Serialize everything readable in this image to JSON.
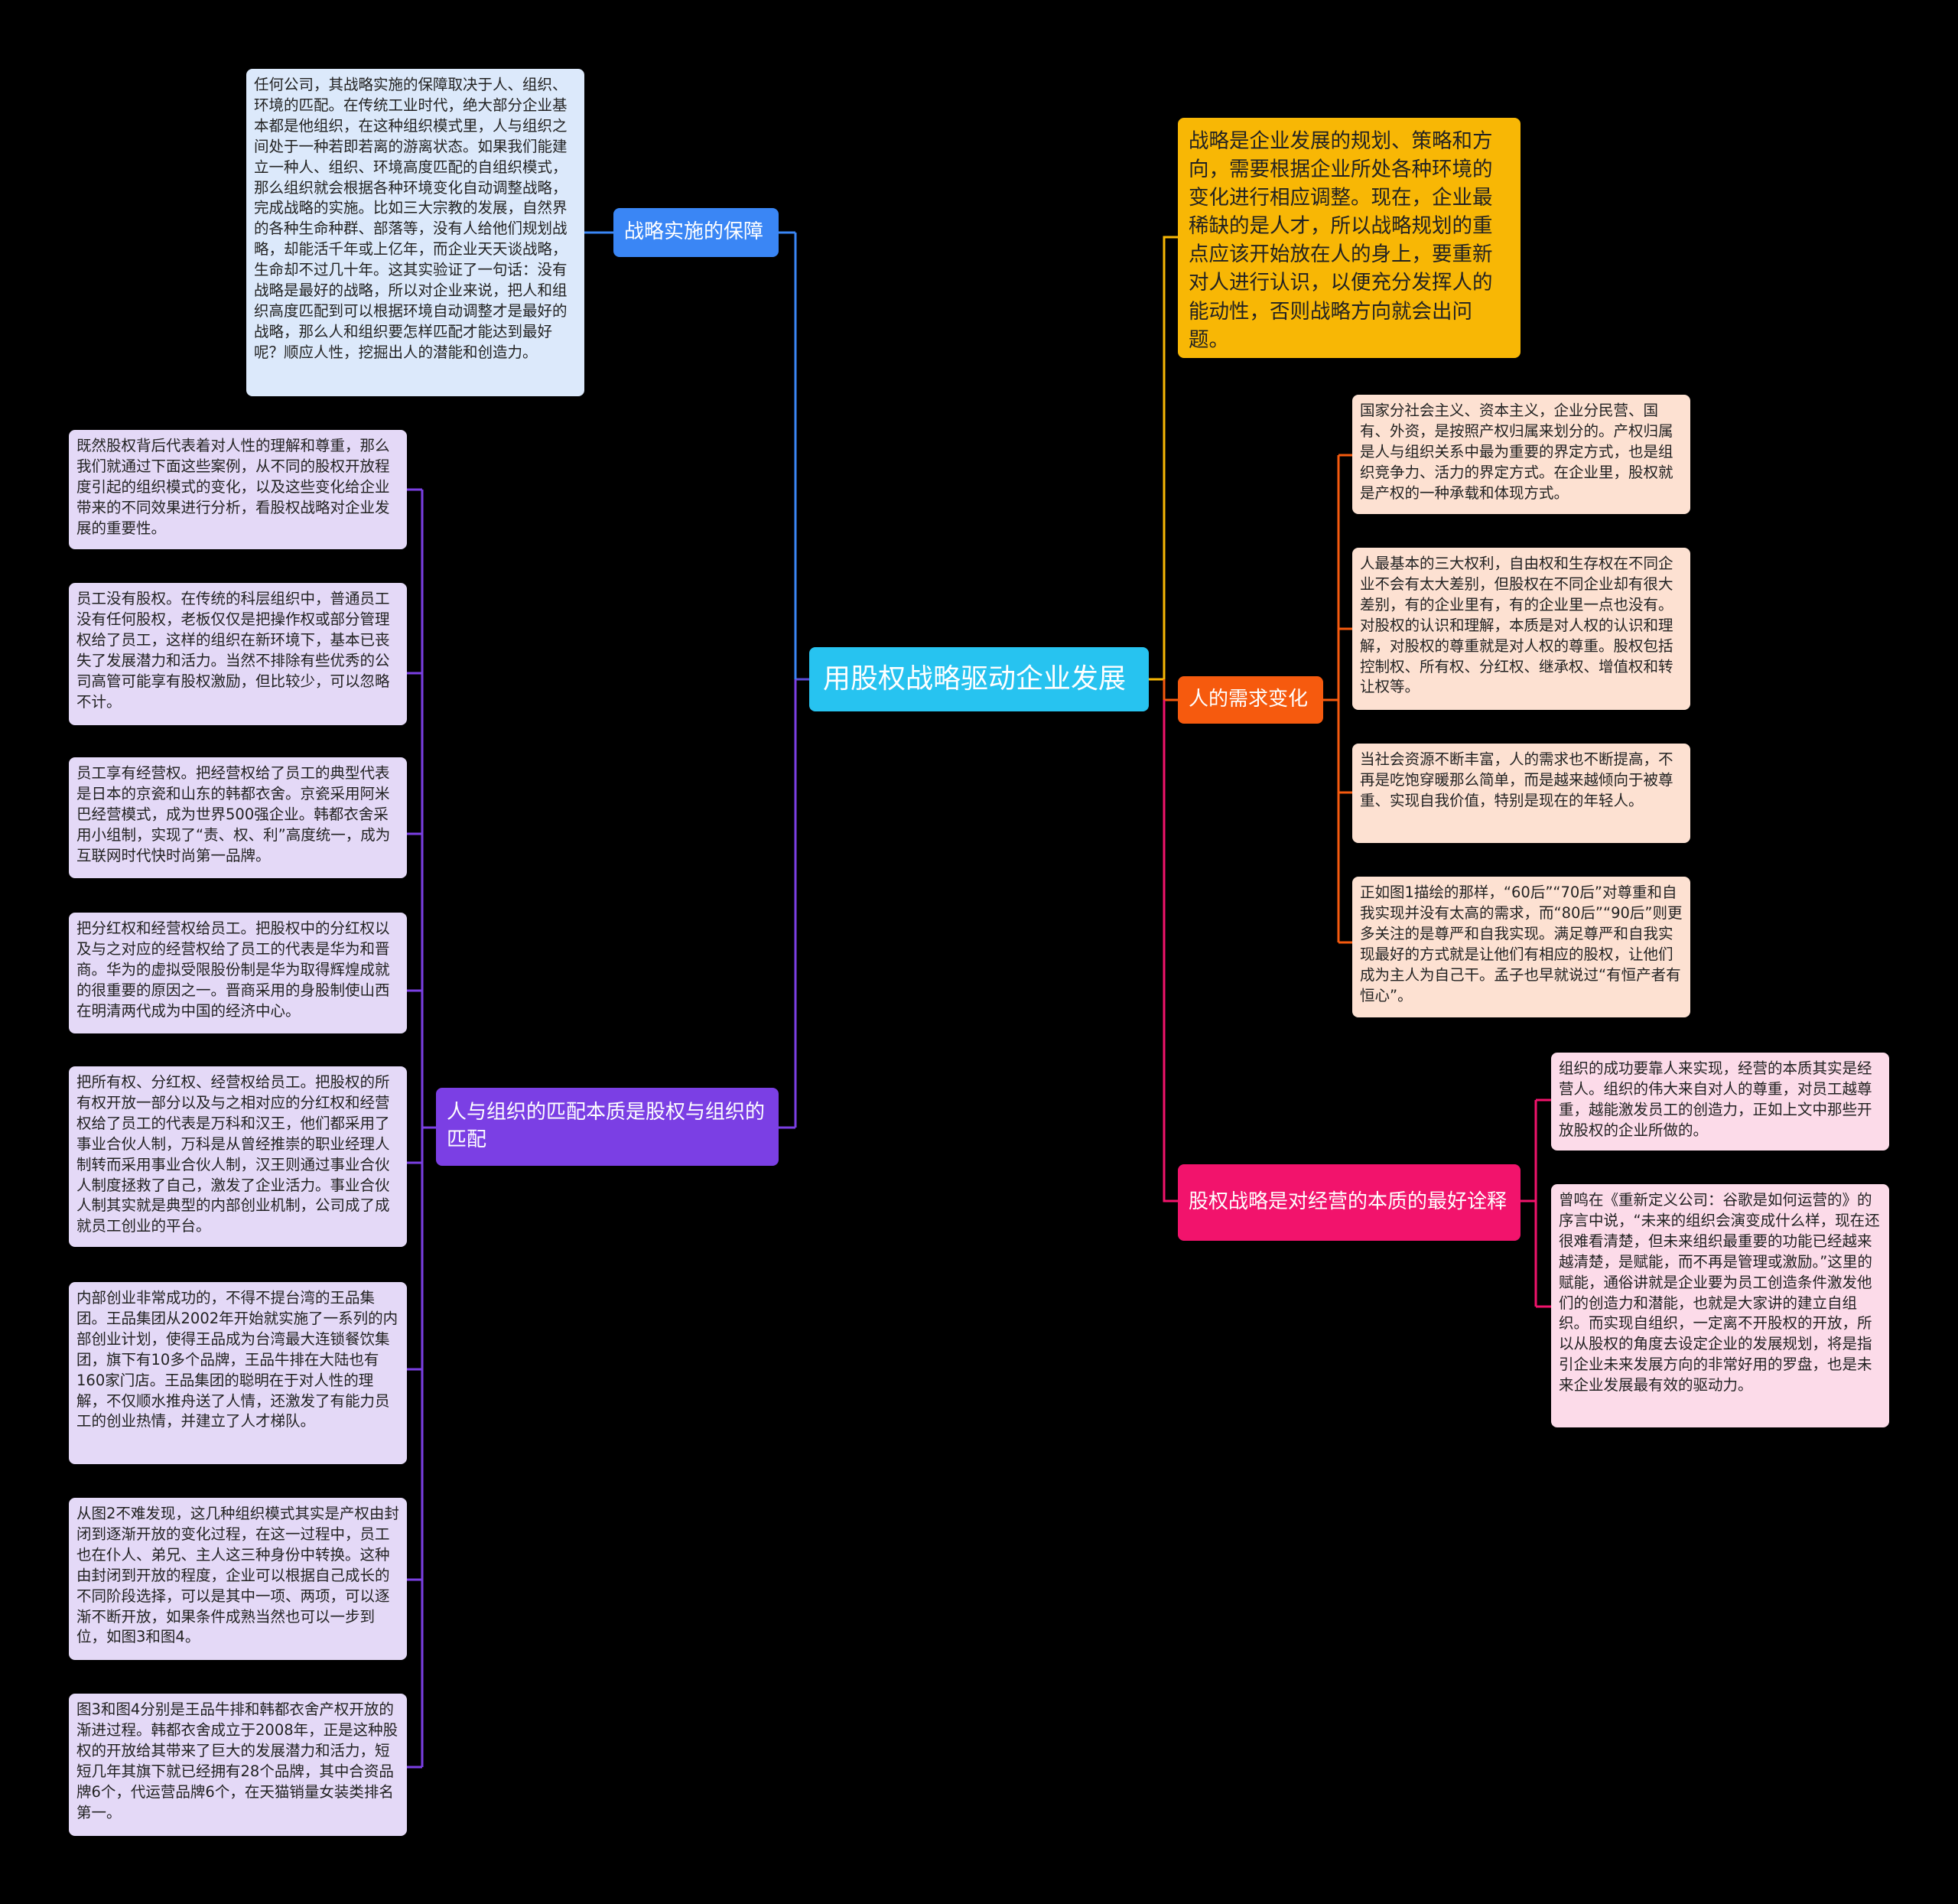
{
  "center": {
    "label": "用股权战略驱动企业发展"
  },
  "colors": {
    "center": "#27c3f0",
    "blue": "#3a86f5",
    "blue_leaf": "#dce9fb",
    "purple": "#7b3fe4",
    "purple_leaf": "#e4d9f7",
    "yellow": "#f8b705",
    "orange": "#f65a0e",
    "orange_leaf": "#fde1d2",
    "pink": "#f2136c",
    "pink_leaf": "#fcdbe9"
  },
  "branches": {
    "guarantee": {
      "label": "战略实施的保障",
      "leaves": [
        "任何公司，其战略实施的保障取决于人、组织、环境的匹配。在传统工业时代，绝大部分企业基本都是他组织，在这种组织模式里，人与组织之间处于一种若即若离的游离状态。如果我们能建立一种人、组织、环境高度匹配的自组织模式，那么组织就会根据各种环境变化自动调整战略，完成战略的实施。比如三大宗教的发展，自然界的各种生命种群、部落等，没有人给他们规划战略，却能活千年或上亿年，而企业天天谈战略，生命却不过几十年。这其实验证了一句话：没有战略是最好的战略，所以对企业来说，把人和组织高度匹配到可以根据环境自动调整才是最好的战略，那么人和组织要怎样匹配才能达到最好呢？顺应人性，挖掘出人的潜能和创造力。"
      ]
    },
    "match": {
      "label": "人与组织的匹配本质是股权与组织的匹配",
      "leaves": [
        "既然股权背后代表着对人性的理解和尊重，那么我们就通过下面这些案例，从不同的股权开放程度引起的组织模式的变化，以及这些变化给企业带来的不同效果进行分析，看股权战略对企业发展的重要性。",
        "员工没有股权。在传统的科层组织中，普通员工没有任何股权，老板仅仅是把操作权或部分管理权给了员工，这样的组织在新环境下，基本已丧失了发展潜力和活力。当然不排除有些优秀的公司高管可能享有股权激励，但比较少，可以忽略不计。",
        "员工享有经营权。把经营权给了员工的典型代表是日本的京瓷和山东的韩都衣舍。京瓷采用阿米巴经营模式，成为世界500强企业。韩都衣舍采用小组制，实现了“责、权、利”高度统一，成为互联网时代快时尚第一品牌。",
        "把分红权和经营权给员工。把股权中的分红权以及与之对应的经营权给了员工的代表是华为和晋商。华为的虚拟受限股份制是华为取得辉煌成就的很重要的原因之一。晋商采用的身股制使山西在明清两代成为中国的经济中心。",
        "把所有权、分红权、经营权给员工。把股权的所有权开放一部分以及与之相对应的分红权和经营权给了员工的代表是万科和汉王，他们都采用了事业合伙人制，万科是从曾经推崇的职业经理人制转而采用事业合伙人制，汉王则通过事业合伙人制度拯救了自己，激发了企业活力。事业合伙人制其实就是典型的内部创业机制，公司成了成就员工创业的平台。",
        "内部创业非常成功的，不得不提台湾的王品集团。王品集团从2002年开始就实施了一系列的内部创业计划，使得王品成为台湾最大连锁餐饮集团，旗下有10多个品牌，王品牛排在大陆也有160家门店。王品集团的聪明在于对人性的理解，不仅顺水推舟送了人情，还激发了有能力员工的创业热情，并建立了人才梯队。",
        "从图2不难发现，这几种组织模式其实是产权由封闭到逐渐开放的变化过程，在这一过程中，员工也在仆人、弟兄、主人这三种身份中转换。这种由封闭到开放的程度，企业可以根据自己成长的不同阶段选择，可以是其中一项、两项，可以逐渐不断开放，如果条件成熟当然也可以一步到位，如图3和图4。",
        "图3和图4分别是王品牛排和韩都衣舍产权开放的渐进过程。韩都衣舍成立于2008年，正是这种股权的开放给其带来了巨大的发展潜力和活力，短短几年其旗下就已经拥有28个品牌，其中合资品牌6个，代运营品牌6个，在天猫销量女装类排名第一。"
      ]
    },
    "intro": {
      "text": "战略是企业发展的规划、策略和方向，需要根据企业所处各种环境的变化进行相应调整。现在，企业最稀缺的是人才，所以战略规划的重点应该开始放在人的身上，要重新对人进行认识，以便充分发挥人的能动性，否则战略方向就会出问题。"
    },
    "needs": {
      "label": "人的需求变化",
      "leaves": [
        "国家分社会主义、资本主义，企业分民营、国有、外资，是按照产权归属来划分的。产权归属是人与组织关系中最为重要的界定方式，也是组织竞争力、活力的界定方式。在企业里，股权就是产权的一种承载和体现方式。",
        "人最基本的三大权利，自由权和生存权在不同企业不会有太大差别，但股权在不同企业却有很大差别，有的企业里有，有的企业里一点也没有。对股权的认识和理解，本质是对人权的认识和理解，对股权的尊重就是对人权的尊重。股权包括控制权、所有权、分红权、继承权、增值权和转让权等。",
        "当社会资源不断丰富，人的需求也不断提高，不再是吃饱穿暖那么简单，而是越来越倾向于被尊重、实现自我价值，特别是现在的年轻人。",
        "正如图1描绘的那样，“60后”“70后”对尊重和自我实现并没有太高的需求，而“80后”“90后”则更多关注的是尊严和自我实现。满足尊严和自我实现最好的方式就是让他们有相应的股权，让他们成为主人为自己干。孟子也早就说过“有恒产者有恒心”。"
      ]
    },
    "interpret": {
      "label": "股权战略是对经营的本质的最好诠释",
      "leaves": [
        "组织的成功要靠人来实现，经营的本质其实是经营人。组织的伟大来自对人的尊重，对员工越尊重，越能激发员工的创造力，正如上文中那些开放股权的企业所做的。",
        "曾鸣在《重新定义公司：谷歌是如何运营的》的序言中说，“未来的组织会演变成什么样，现在还很难看清楚，但未来组织最重要的功能已经越来越清楚，是赋能，而不再是管理或激励。”这里的赋能，通俗讲就是企业要为员工创造条件激发他们的创造力和潜能，也就是大家讲的建立自组织。而实现自组织，一定离不开股权的开放，所以从股权的角度去设定企业的发展规划，将是指引企业未来发展方向的非常好用的罗盘，也是未来企业发展最有效的驱动力。"
      ]
    }
  }
}
